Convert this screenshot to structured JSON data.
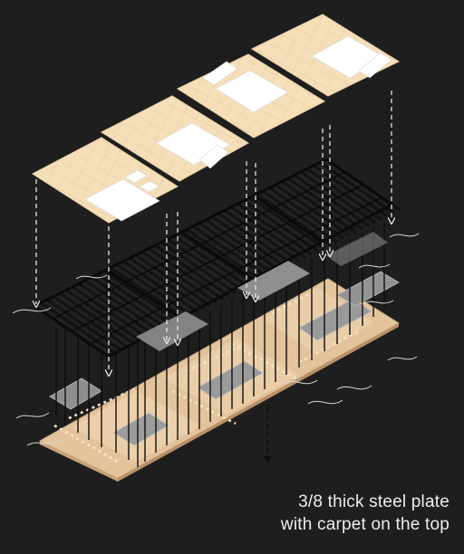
{
  "caption": {
    "line1": "3/8 thick steel plate",
    "line2": "with carpet on the top"
  },
  "layers": [
    "room-panels",
    "steel-grid",
    "base-floor"
  ],
  "colors": {
    "background": "#1e1e1e",
    "panel": "#f5dfb8",
    "panel_grid": "#e2c79e",
    "furniture": "#ffffff",
    "grid_bar": "#141414",
    "floor": "#e7c8a2",
    "floor_dash": "#f3e2c4",
    "steel_plate": "#9a9a9a",
    "arrow": "#e6e6e6",
    "text": "#ededed"
  }
}
